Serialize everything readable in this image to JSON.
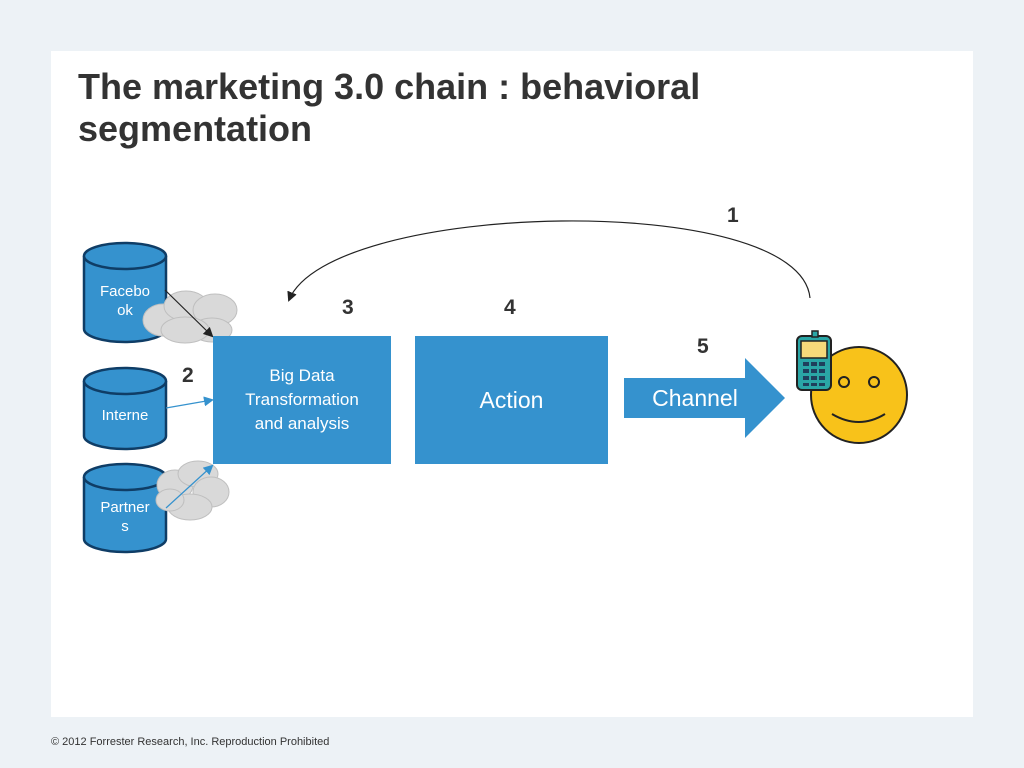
{
  "title_lines": [
    "The marketing 3.0 chain : behavioral",
    "segmentation"
  ],
  "sources": [
    {
      "label": "Facebo\nok"
    },
    {
      "label": "Interne"
    },
    {
      "label": "Partner\ns"
    }
  ],
  "boxes": {
    "big_data": "Big Data\nTransformation\nand analysis",
    "action": "Action",
    "channel": "Channel"
  },
  "step_numbers": [
    "1",
    "2",
    "3",
    "4",
    "5"
  ],
  "colors": {
    "accent_blue": "#3592ce",
    "cylinder_outline": "#0f3d66",
    "cloud_fill": "#d9d9d9",
    "face_fill": "#f8c21a",
    "background": "#edf2f6"
  },
  "icons": [
    "cloud-icon",
    "mobile-phone-icon",
    "smiley-face-icon"
  ],
  "footer": "© 2012 Forrester Research, Inc. Reproduction Prohibited"
}
